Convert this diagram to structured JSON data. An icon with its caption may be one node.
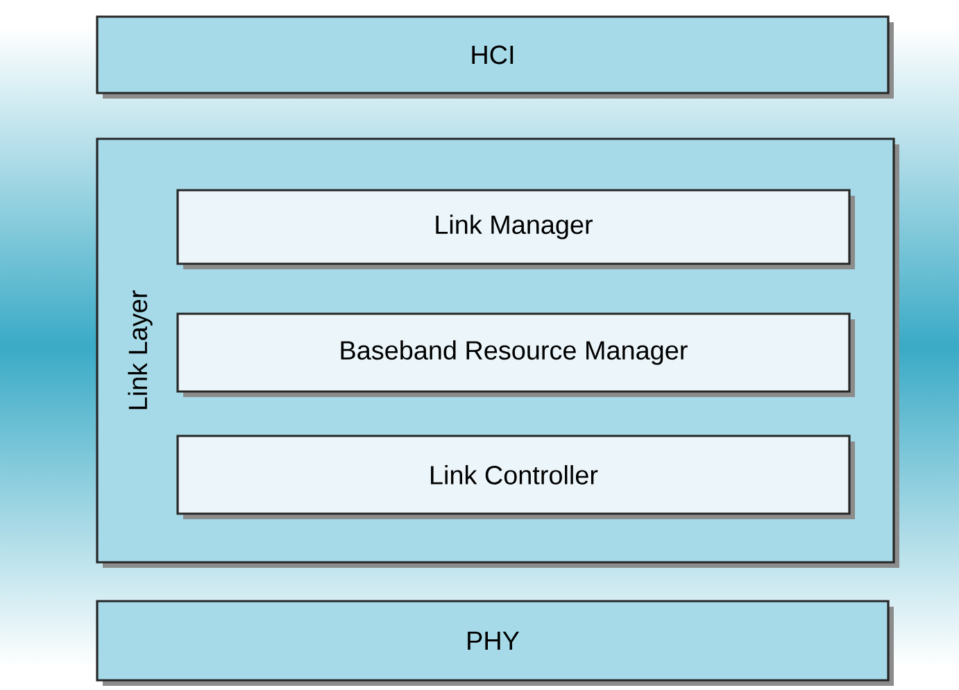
{
  "diagram": {
    "nodes": [
      {
        "text": [
          "HCI"
        ]
      },
      {
        "text": [
          "Link Layer"
        ]
      },
      {
        "text": [
          "Link Manager"
        ],
        "in": 1
      },
      {
        "text": [
          "Baseband Resource Manager"
        ],
        "in": 1
      },
      {
        "text": [
          "Link Controller"
        ],
        "in": 1
      },
      {
        "text": [
          "PHY"
        ]
      }
    ]
  }
}
